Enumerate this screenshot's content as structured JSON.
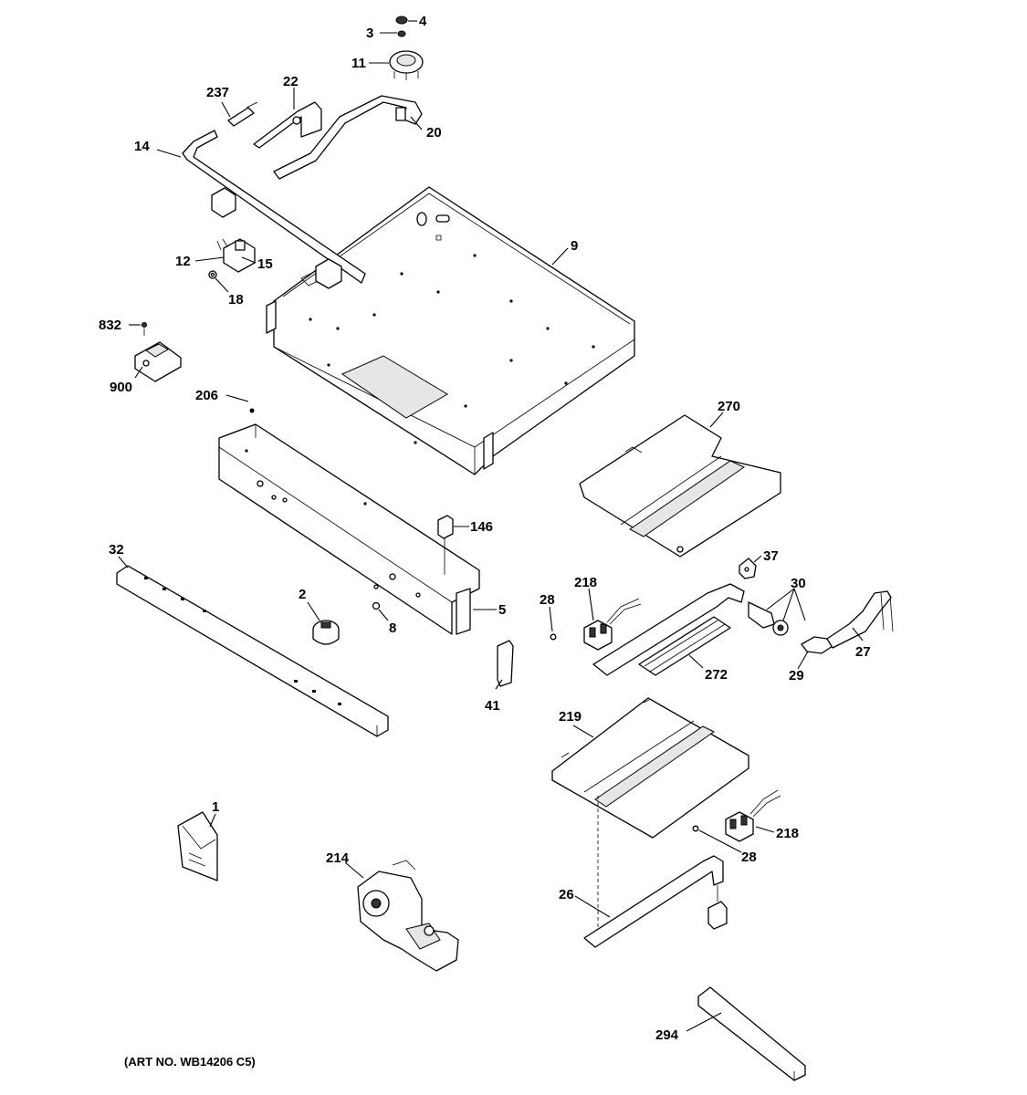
{
  "art_number": "(ART NO. WB14206 C5)",
  "callouts": [
    {
      "key": "c4",
      "text": "4"
    },
    {
      "key": "c3",
      "text": "3"
    },
    {
      "key": "c11",
      "text": "11"
    },
    {
      "key": "c237",
      "text": "237"
    },
    {
      "key": "c22",
      "text": "22"
    },
    {
      "key": "c20",
      "text": "20"
    },
    {
      "key": "c14",
      "text": "14"
    },
    {
      "key": "c9",
      "text": "9"
    },
    {
      "key": "c12",
      "text": "12"
    },
    {
      "key": "c15",
      "text": "15"
    },
    {
      "key": "c18",
      "text": "18"
    },
    {
      "key": "c832",
      "text": "832"
    },
    {
      "key": "c900",
      "text": "900"
    },
    {
      "key": "c206",
      "text": "206"
    },
    {
      "key": "c270",
      "text": "270"
    },
    {
      "key": "c146",
      "text": "146"
    },
    {
      "key": "c32",
      "text": "32"
    },
    {
      "key": "c37",
      "text": "37"
    },
    {
      "key": "c218a",
      "text": "218"
    },
    {
      "key": "c30",
      "text": "30"
    },
    {
      "key": "c2",
      "text": "2"
    },
    {
      "key": "c28a",
      "text": "28"
    },
    {
      "key": "c5",
      "text": "5"
    },
    {
      "key": "c8",
      "text": "8"
    },
    {
      "key": "c27",
      "text": "27"
    },
    {
      "key": "c272",
      "text": "272"
    },
    {
      "key": "c29",
      "text": "29"
    },
    {
      "key": "c41",
      "text": "41"
    },
    {
      "key": "c219",
      "text": "219"
    },
    {
      "key": "c1",
      "text": "1"
    },
    {
      "key": "c218b",
      "text": "218"
    },
    {
      "key": "c214",
      "text": "214"
    },
    {
      "key": "c28b",
      "text": "28"
    },
    {
      "key": "c26",
      "text": "26"
    },
    {
      "key": "c294",
      "text": "294"
    }
  ]
}
